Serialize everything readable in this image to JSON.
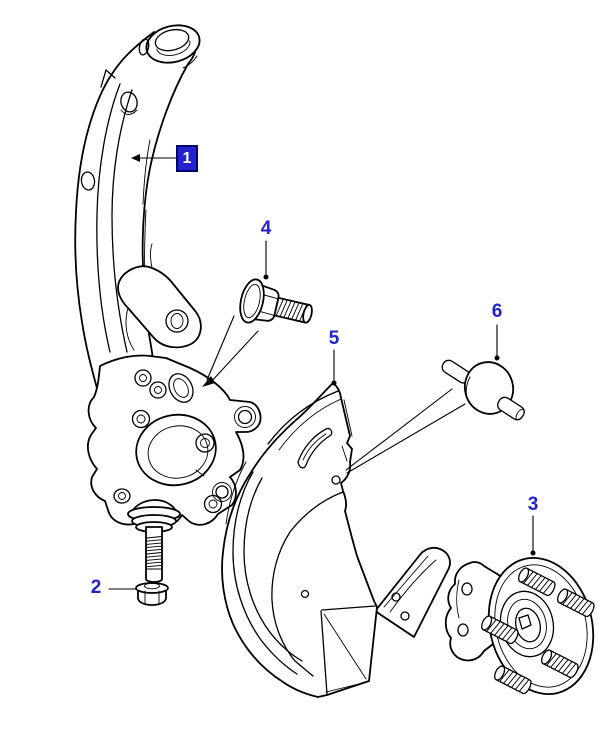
{
  "colors": {
    "background": "#ffffff",
    "line": "#000000",
    "accent": "#2323cd",
    "callout_box_bg": "#2323cd",
    "callout_box_text": "#ffffff"
  },
  "callouts": {
    "c1": {
      "label": "1"
    },
    "c2": {
      "label": "2"
    },
    "c3": {
      "label": "3"
    },
    "c4": {
      "label": "4"
    },
    "c5": {
      "label": "5"
    },
    "c6": {
      "label": "6"
    }
  }
}
